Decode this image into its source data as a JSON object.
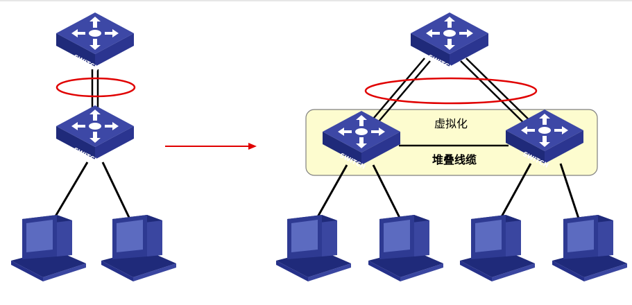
{
  "colors": {
    "switch_top": "#3d48a6",
    "switch_side_left": "#1f2a7a",
    "switch_side_right": "#2b3590",
    "arrow_icon": "#ffffff",
    "pc_body": "#2e3a92",
    "pc_screen": "#5c6bc0",
    "link": "#000000",
    "highlight_ellipse": "#e00000",
    "transition_arrow": "#e00000",
    "stack_box_fill": "#fdfccf",
    "stack_box_stroke": "#7f7f7f"
  },
  "icons": {
    "switch": "switch-icon",
    "computer": "computer-icon"
  },
  "switch_label": "SWITCH",
  "stack": {
    "title": "虚拟化",
    "cable_label": "堆叠线缆"
  }
}
